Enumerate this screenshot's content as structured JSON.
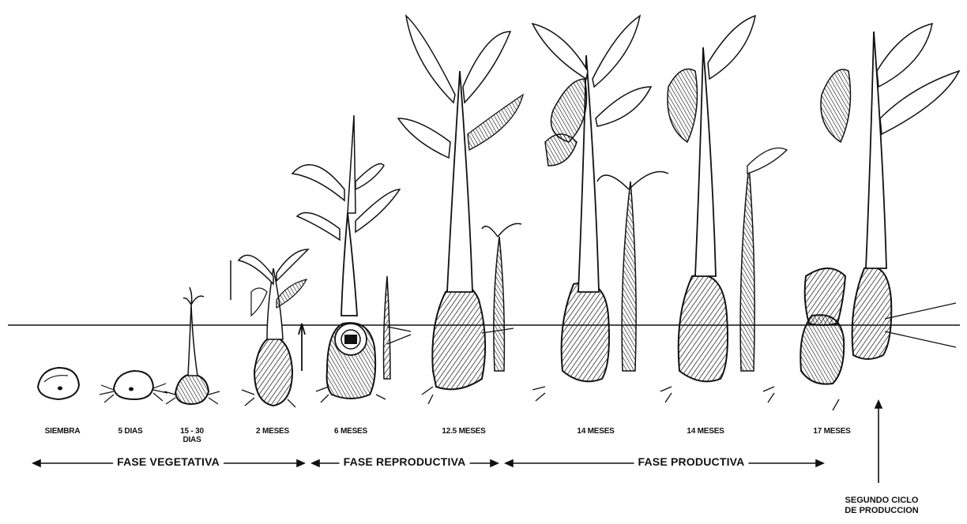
{
  "stages": [
    {
      "label": "SIEMBRA"
    },
    {
      "label": "5 DIAS"
    },
    {
      "label": "15 - 30",
      "label2": "DIAS"
    },
    {
      "label": "2 MESES"
    },
    {
      "label": "6 MESES"
    },
    {
      "label": "12.5 MESES"
    },
    {
      "label": "14 MESES"
    },
    {
      "label": "14 MESES"
    },
    {
      "label": "17 MESES"
    }
  ],
  "phases": [
    {
      "label": "FASE VEGETATIVA"
    },
    {
      "label": "FASE REPRODUCTIVA"
    },
    {
      "label": "FASE PRODUCTIVA"
    }
  ],
  "second_cycle": {
    "line1": "SEGUNDO CICLO",
    "line2": "DE PRODUCCION"
  },
  "colors": {
    "ink": "#111111",
    "background": "#ffffff"
  }
}
